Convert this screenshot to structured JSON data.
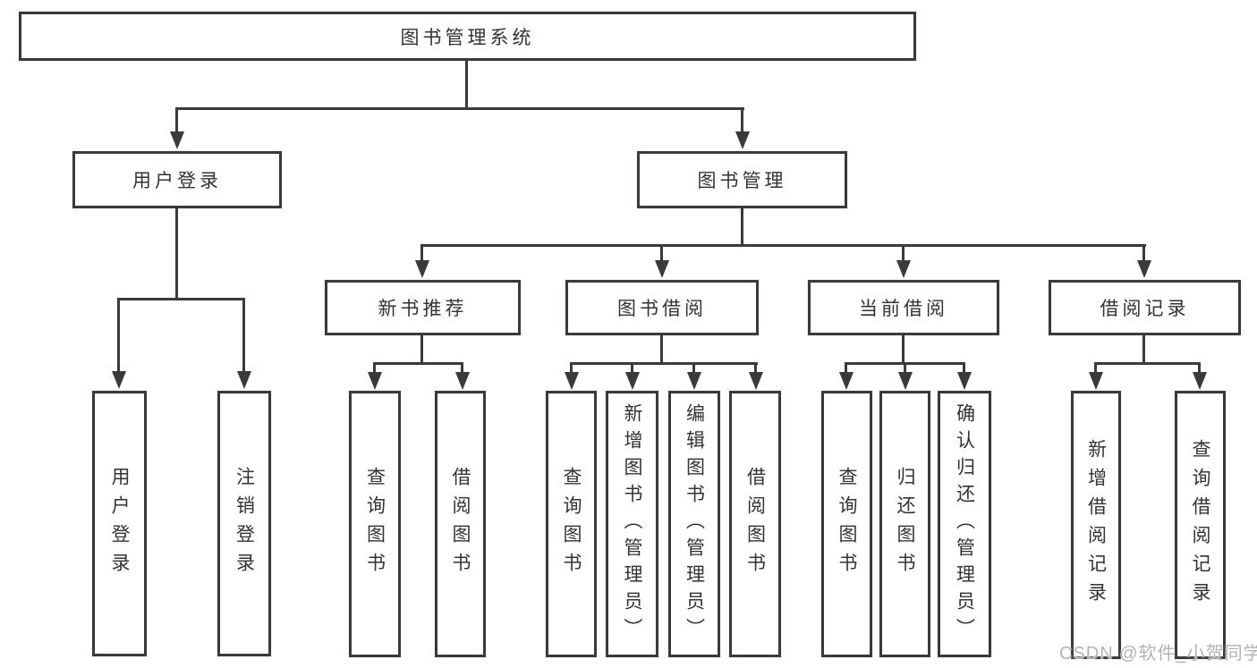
{
  "diagram": {
    "type": "hierarchy-tree",
    "root": {
      "label": "图书管理系统",
      "children": [
        {
          "label": "用户登录",
          "children": [
            {
              "label": "用户登录"
            },
            {
              "label": "注销登录"
            }
          ]
        },
        {
          "label": "图书管理",
          "children": [
            {
              "label": "新书推荐",
              "children": [
                {
                  "label": "查询图书"
                },
                {
                  "label": "借阅图书"
                }
              ]
            },
            {
              "label": "图书借阅",
              "children": [
                {
                  "label": "查询图书"
                },
                {
                  "label": "新增图书（管理员）"
                },
                {
                  "label": "编辑图书（管理员）"
                },
                {
                  "label": "借阅图书"
                }
              ]
            },
            {
              "label": "当前借阅",
              "children": [
                {
                  "label": "查询图书"
                },
                {
                  "label": "归还图书"
                },
                {
                  "label": "确认归还（管理员）"
                }
              ]
            },
            {
              "label": "借阅记录",
              "children": [
                {
                  "label": "新增借阅记录"
                },
                {
                  "label": "查询借阅记录"
                }
              ]
            }
          ]
        }
      ]
    }
  },
  "watermark": {
    "text": "CSDN @软件_小贺同学"
  },
  "colors": {
    "line": "#3a3a3a",
    "box_border": "#3a3a3a",
    "text": "#333333",
    "watermark": "#b3b3b3",
    "background": "#ffffff"
  }
}
